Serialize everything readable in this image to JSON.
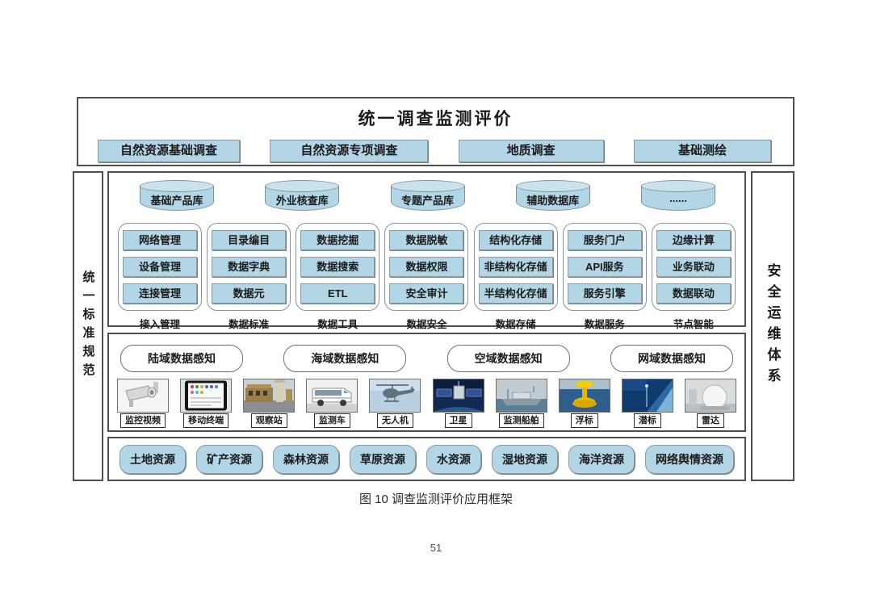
{
  "top_section": {
    "title": "统一调查监测评价",
    "surveys": [
      "自然资源基础调查",
      "自然资源专项调查",
      "地质调查",
      "基础测绘"
    ]
  },
  "side_bars": {
    "left": "统一标准规范",
    "right": "安全运维体系"
  },
  "platform_section": {
    "databases": [
      "基础产品库",
      "外业核查库",
      "专题产品库",
      "辅助数据库",
      "......"
    ],
    "columns": [
      {
        "label": "接入管理",
        "items": [
          "网络管理",
          "设备管理",
          "连接管理"
        ]
      },
      {
        "label": "数据标准",
        "items": [
          "目录编目",
          "数据字典",
          "数据元"
        ]
      },
      {
        "label": "数据工具",
        "items": [
          "数据挖掘",
          "数据搜索",
          "ETL"
        ]
      },
      {
        "label": "数据安全",
        "items": [
          "数据脱敏",
          "数据权限",
          "安全审计"
        ]
      },
      {
        "label": "数据存储",
        "items": [
          "结构化存储",
          "非结构化存储",
          "半结构化存储"
        ]
      },
      {
        "label": "数据服务",
        "items": [
          "服务门户",
          "API服务",
          "服务引擎"
        ]
      },
      {
        "label": "节点智能",
        "items": [
          "边缘计算",
          "业务联动",
          "数据联动"
        ]
      }
    ]
  },
  "perception_section": {
    "zones": [
      "陆域数据感知",
      "海域数据感知",
      "空域数据感知",
      "网域数据感知"
    ],
    "devices": [
      "监控视频",
      "移动终端",
      "观察站",
      "监测车",
      "无人机",
      "卫星",
      "监测船舶",
      "浮标",
      "潜标",
      "雷达"
    ]
  },
  "resources_section": [
    "土地资源",
    "矿产资源",
    "森林资源",
    "草原资源",
    "水资源",
    "湿地资源",
    "海洋资源",
    "网络舆情资源"
  ],
  "figure": {
    "caption": "图 10  调查监测评价应用框架",
    "page_number": "51"
  },
  "colors": {
    "box_fill": "#b2d6e6",
    "box_border": "#8a9aa4",
    "frame_border": "#4f4f4f"
  }
}
